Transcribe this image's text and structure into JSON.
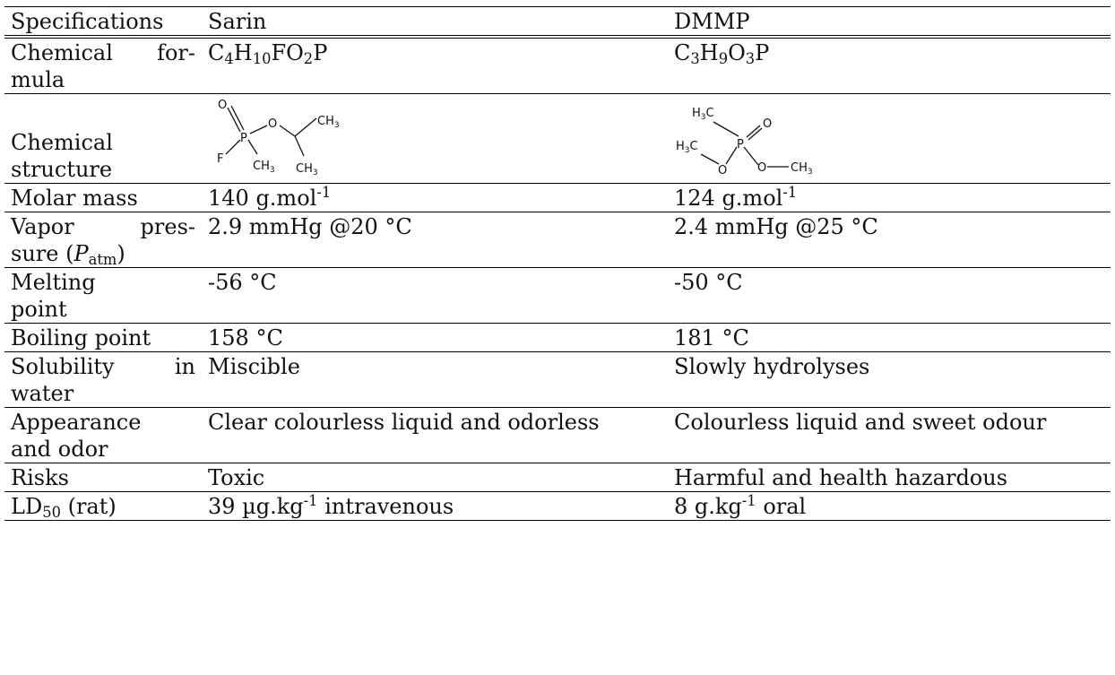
{
  "header": {
    "col1": "Specifications",
    "col2": "Sarin",
    "col3": "DMMP"
  },
  "rows": {
    "formula": {
      "label_l1": "Chemical for-",
      "label_l2": "mula",
      "sarin": {
        "a": "C",
        "s1": "4",
        "b": "H",
        "s2": "10",
        "c": "FO",
        "s3": "2",
        "d": "P"
      },
      "dmmp": {
        "a": "C",
        "s1": "3",
        "b": "H",
        "s2": "9",
        "c": "O",
        "s3": "3",
        "d": "P"
      }
    },
    "structure": {
      "label_l1": "Chemical",
      "label_l2": "structure",
      "sarin_atoms": {
        "o_top": "O",
        "p": "P",
        "o": "O",
        "f": "F",
        "ch3_a": "CH",
        "ch3_a_sub": "3",
        "ch3_b": "CH",
        "ch3_b_sub": "3",
        "ch3_c": "CH",
        "ch3_c_sub": "3"
      },
      "dmmp_atoms": {
        "h3c_top": "H",
        "h3c_top_sub": "3",
        "h3c_top_c": "C",
        "o_eq": "O",
        "p": "P",
        "h3c_left": "H",
        "h3c_left_sub": "3",
        "h3c_left_c": "C",
        "o_left": "O",
        "o_right": "O",
        "ch3": "CH",
        "ch3_sub": "3"
      }
    },
    "molar_mass": {
      "label": "Molar mass",
      "sarin": "140 g.mol",
      "sarin_sup": "-1",
      "dmmp": "124 g.mol",
      "dmmp_sup": "-1"
    },
    "vapor": {
      "label_l1": "Vapor pres-",
      "label_l2a": "sure (",
      "label_l2_p": "P",
      "label_l2_sub": "atm",
      "label_l2b": ")",
      "sarin": "2.9 mmHg @20 °C",
      "dmmp": "2.4 mmHg @25 °C"
    },
    "melting": {
      "label_l1": "Melting",
      "label_l2": "point",
      "sarin": "-56 °C",
      "dmmp": "-50 °C"
    },
    "boiling": {
      "label": "Boiling point",
      "sarin": "158 °C",
      "dmmp": "181 °C"
    },
    "solubility": {
      "label_l1": "Solubility in",
      "label_l2": "water",
      "sarin": "Miscible",
      "dmmp": "Slowly hydrolyses"
    },
    "appearance": {
      "label_l1": "Appearance",
      "label_l2": "and odor",
      "sarin": "Clear colourless liquid and odorless",
      "dmmp": "Colourless liquid and sweet odour"
    },
    "risks": {
      "label": "Risks",
      "sarin": "Toxic",
      "dmmp": "Harmful and health hazardous"
    },
    "ld50": {
      "label_a": "LD",
      "label_sub": "50",
      "label_b": " (rat)",
      "sarin": "39 µg.kg",
      "sarin_sup": "-1",
      "sarin_tail": " intravenous",
      "dmmp": "8 g.kg",
      "dmmp_sup": "-1",
      "dmmp_tail": " oral"
    }
  }
}
